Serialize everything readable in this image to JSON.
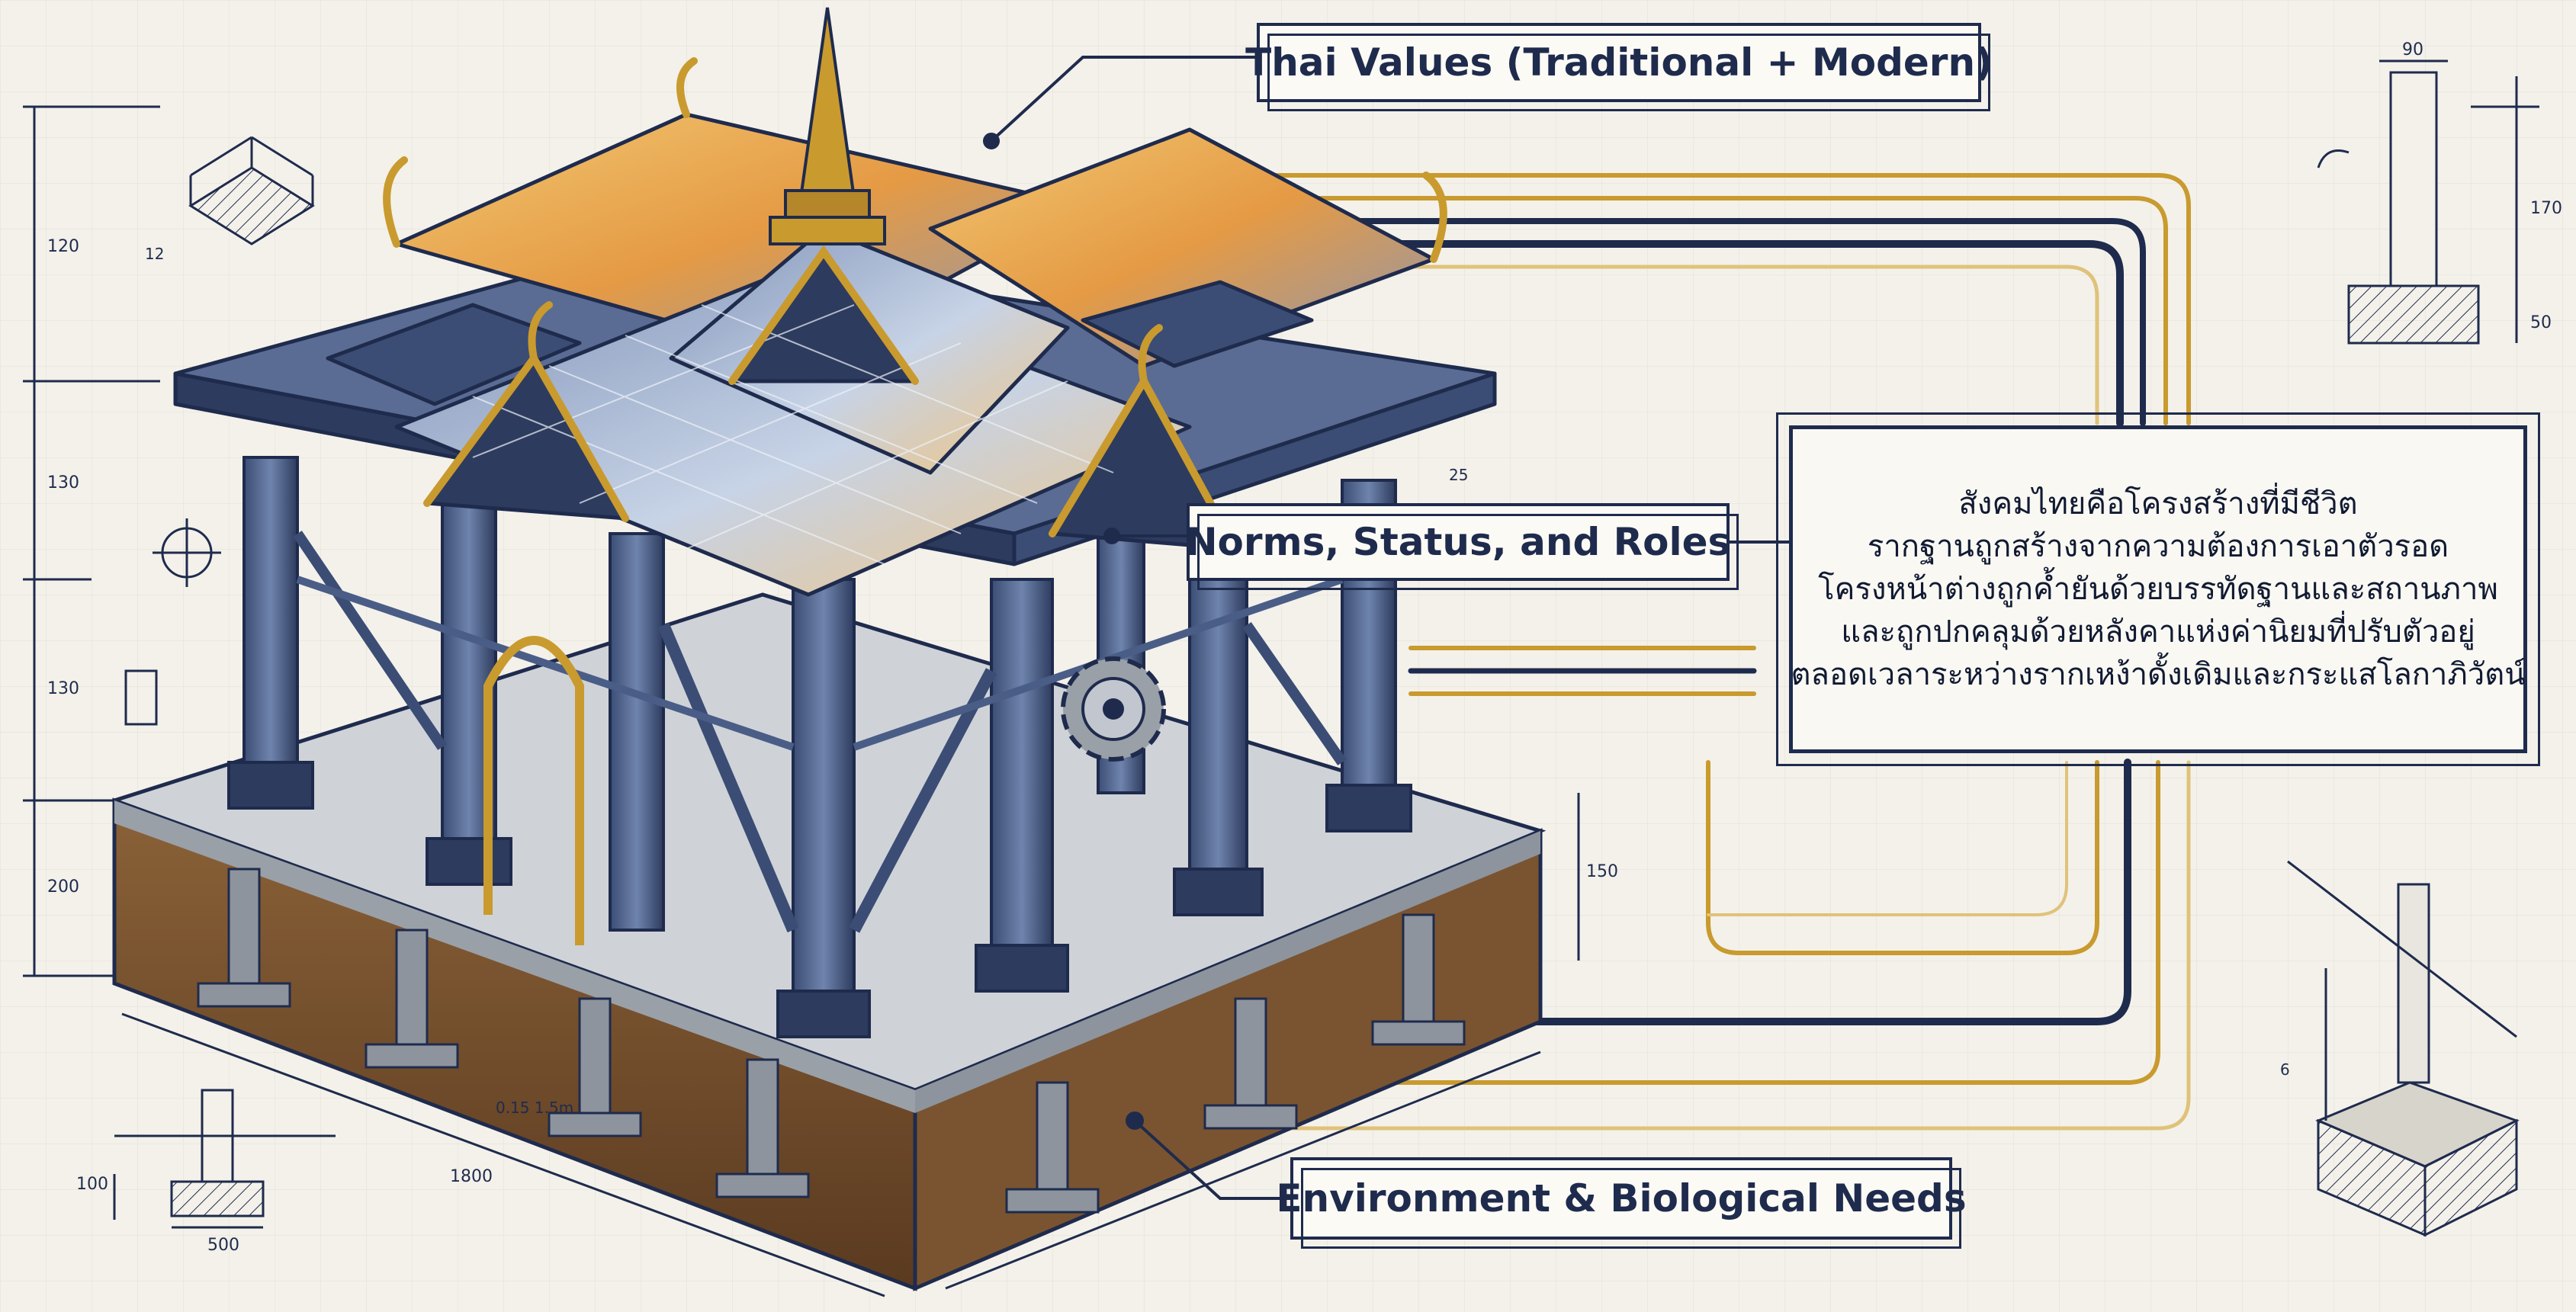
{
  "labels": {
    "thai_values": "Thai Values (Traditional + Modern)",
    "norms": "Norms, Status, and Roles",
    "environment": "Environment & Biological Needs"
  },
  "description_lines": [
    "สังคมไทยคือโครงสร้างที่มีชีวิต",
    "รากฐานถูกสร้างจากความต้องการเอาตัวรอด",
    "โครงหน้าต่างถูกค้ำยันด้วยบรรทัดฐานและสถานภาพ",
    "และถูกปกคลุมด้วยหลังคาแห่งค่านิยมที่ปรับตัวอยู่",
    "ตลอดเวลาระหว่างรากเหง้าดั้งเดิมและกระแสโลกาภิวัตน์"
  ],
  "dimensions": {
    "top_width": "90",
    "right_height": "170",
    "right_base": "50",
    "left_a": "120",
    "left_b": "130",
    "left_c": "130",
    "left_d": "200",
    "bottom_length": "1800",
    "footing_width": "500",
    "footing_height": "100",
    "depth": "150",
    "section_mark": "0.15 1.5m",
    "small_a": "12",
    "small_b": "25",
    "small_c": "6"
  },
  "colors": {
    "navy": "#1f2b4d",
    "gold": "#c99a2e",
    "soil": "#6e4a2a",
    "paper": "#f3f1ea"
  }
}
